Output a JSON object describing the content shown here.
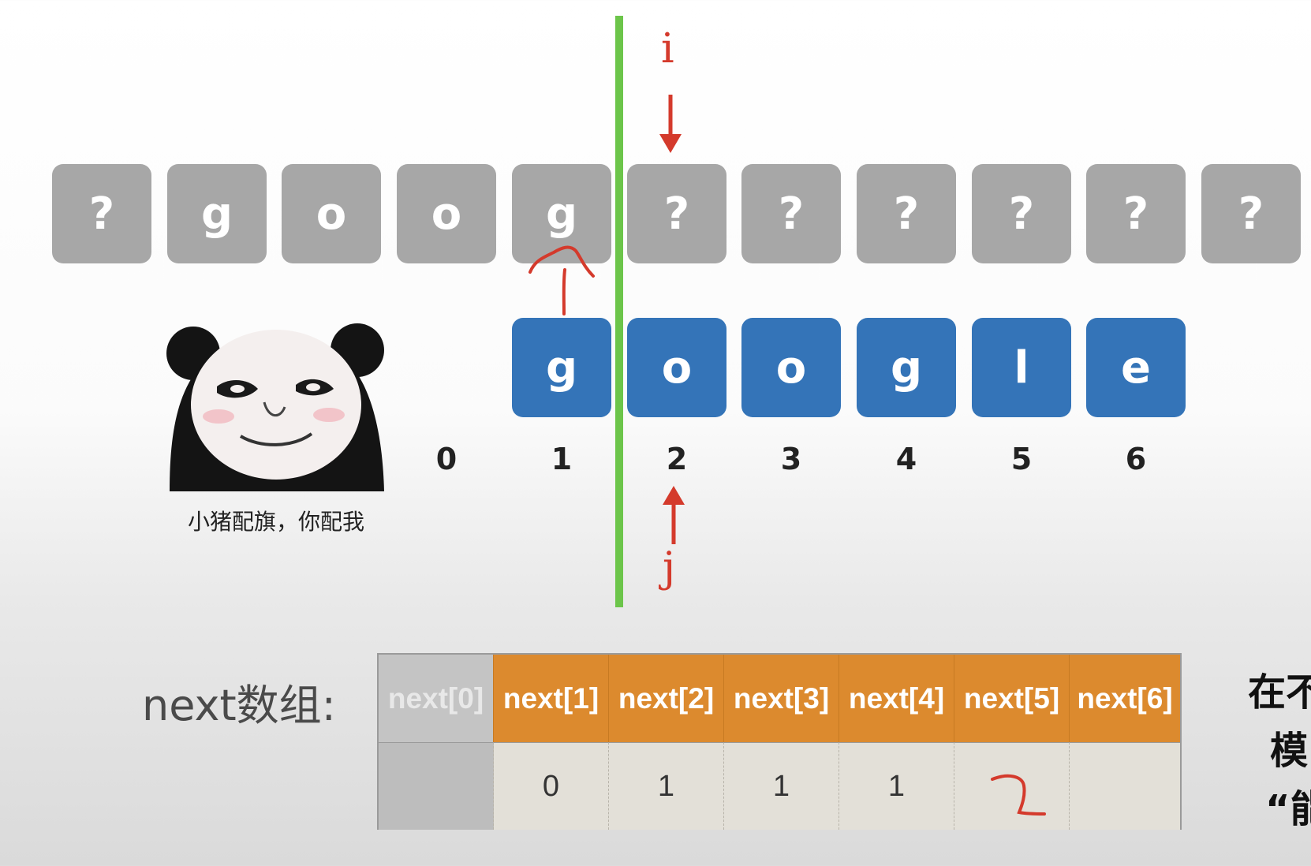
{
  "text_cells": [
    "?",
    "g",
    "o",
    "o",
    "g",
    "?",
    "?",
    "?",
    "?",
    "?",
    "?"
  ],
  "pattern_cells": [
    "g",
    "o",
    "o",
    "g",
    "l",
    "e"
  ],
  "indices": [
    "0",
    "1",
    "2",
    "3",
    "4",
    "5",
    "6"
  ],
  "pointer_i": "i",
  "pointer_j": "j",
  "meme_caption": "小猪配旗，你配我",
  "next_label": "next数组:",
  "next_headers": [
    "next[0]",
    "next[1]",
    "next[2]",
    "next[3]",
    "next[4]",
    "next[5]",
    "next[6]"
  ],
  "next_values": [
    "",
    "0",
    "1",
    "1",
    "1",
    "",
    ""
  ],
  "side_text": [
    "在不",
    "模",
    "“能"
  ],
  "colors": {
    "text_cell": "#a7a7a7",
    "pattern_cell": "#3474b8",
    "divider": "#6cc54a",
    "annotation": "#d43a2c",
    "header": "#dc8a2e"
  }
}
